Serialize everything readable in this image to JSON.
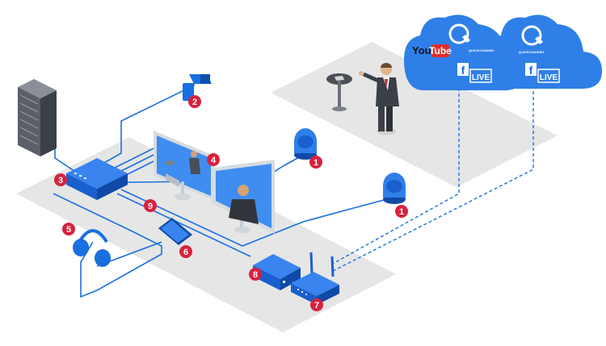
{
  "clouds": [
    {
      "youtube_text_a": "You",
      "youtube_text_b": "Tube",
      "facebook_glyph": "f",
      "live_label": "LIVE",
      "brand_text": "QUICKCHANNEL"
    },
    {
      "facebook_glyph": "f",
      "live_label": "LIVE",
      "brand_text": "QUICKCHANNEL"
    }
  ],
  "markers": {
    "camera_left": "1",
    "camera_right": "1",
    "ceiling_camera": "2",
    "switcher": "3",
    "monitors": "4",
    "headphones": "5",
    "tablet": "6",
    "router": "7",
    "encoder": "8",
    "cable": "9"
  },
  "colors": {
    "accent": "#1a6fe0",
    "cloud": "#2f7fe8",
    "marker": "#d8213c",
    "floor": "#e6e6e6"
  }
}
